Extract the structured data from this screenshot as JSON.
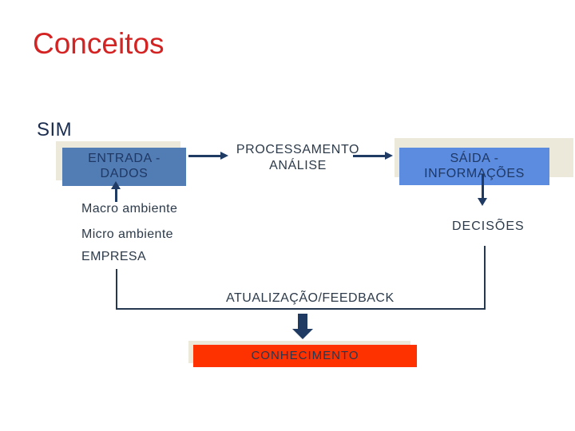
{
  "slide": {
    "title": "Conceitos",
    "section_label": "SIM"
  },
  "diagram": {
    "entrada_box": {
      "line1": "ENTRADA -",
      "line2": "DADOS"
    },
    "processamento": {
      "line1": "PROCESSAMENTO",
      "line2": "ANÁLISE"
    },
    "saida_box": {
      "line1": "SÁIDA -",
      "line2": "INFORMAÇÕES"
    },
    "inputs": [
      "Macro ambiente",
      "Micro ambiente",
      "EMPRESA"
    ],
    "decisoes_label": "DECISÕES",
    "feedback_label": "ATUALIZAÇÃO/FEEDBACK",
    "conhecimento_label": "CONHECIMENTO"
  },
  "colors": {
    "title_red": "#d42323",
    "navy": "#1f3a63",
    "box_text_navy": "#1f3864",
    "sim_dark": "#1b2d4f",
    "entrada_blue": "#527cb4",
    "saida_blue": "#5b8ce0",
    "beige": "#ece8da",
    "red_box": "#fe3200",
    "text_dark": "#2c3a4a",
    "conhec_text": "#27374f",
    "line_dark": "#263750"
  }
}
